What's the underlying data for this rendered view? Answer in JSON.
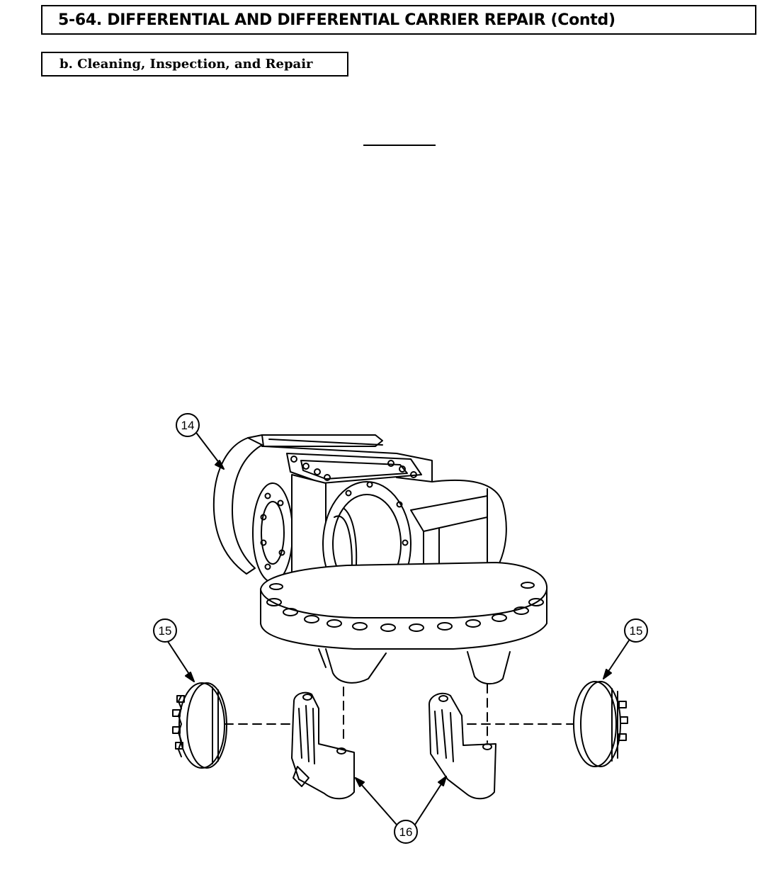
{
  "header": {
    "title": "5-64. DIFFERENTIAL AND DIFFERENTIAL CARRIER REPAIR (Contd)"
  },
  "subheader": {
    "title": "b. Cleaning, Inspection, and Repair"
  },
  "figure": {
    "callouts": {
      "carrier": "14",
      "adjuster_left": "15",
      "adjuster_right": "15",
      "bearing_caps": "16"
    }
  }
}
